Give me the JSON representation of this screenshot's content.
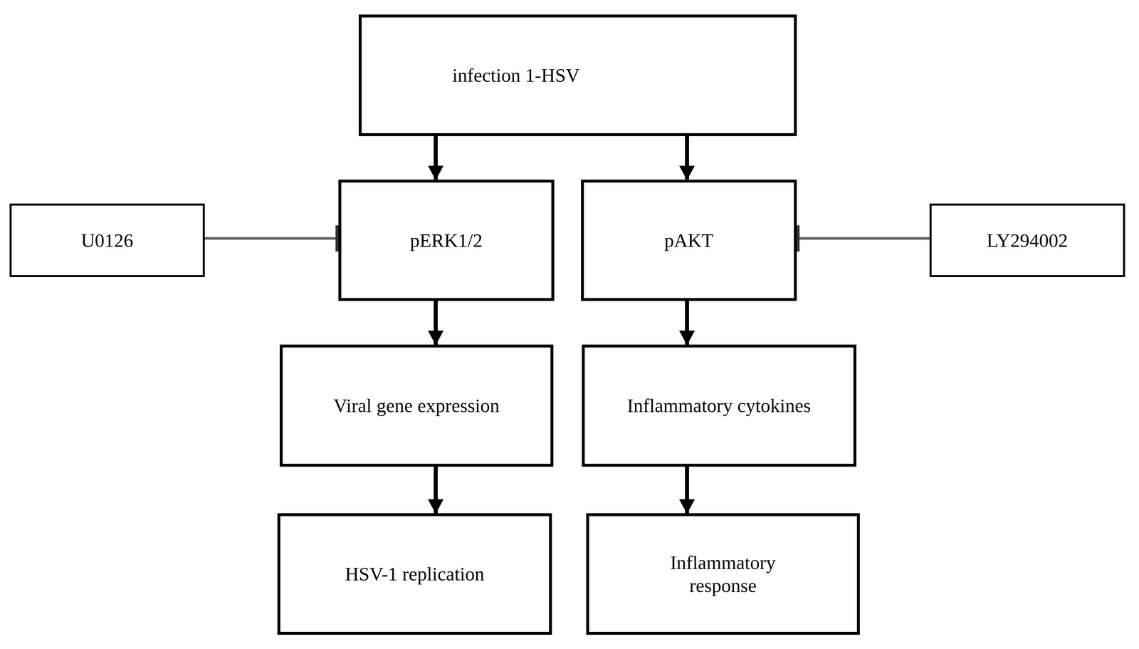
{
  "diagram": {
    "nodes": [
      {
        "text": [
          "infection 1-HSV"
        ]
      },
      {
        "text": [
          "U0126"
        ]
      },
      {
        "text": [
          "pERK1/2"
        ]
      },
      {
        "text": [
          "pAKT"
        ]
      },
      {
        "text": [
          "LY294002"
        ]
      },
      {
        "text": [
          "Viral gene expression"
        ]
      },
      {
        "text": [
          "Inflammatory cytokines"
        ]
      },
      {
        "text": [
          "HSV-1 replication"
        ]
      },
      {
        "text": [
          "Inflammatory response"
        ]
      }
    ],
    "edges": [
      {
        "from": 0,
        "to": 2,
        "arrow": "to"
      },
      {
        "from": 0,
        "to": 3,
        "arrow": "to"
      },
      {
        "from": 1,
        "to": 2,
        "arrow": "to"
      },
      {
        "from": 4,
        "to": 3,
        "arrow": "to"
      },
      {
        "from": 2,
        "to": 5,
        "arrow": "to"
      },
      {
        "from": 3,
        "to": 6,
        "arrow": "to"
      },
      {
        "from": 5,
        "to": 7,
        "arrow": "to"
      },
      {
        "from": 6,
        "to": 8,
        "arrow": "to"
      }
    ]
  }
}
